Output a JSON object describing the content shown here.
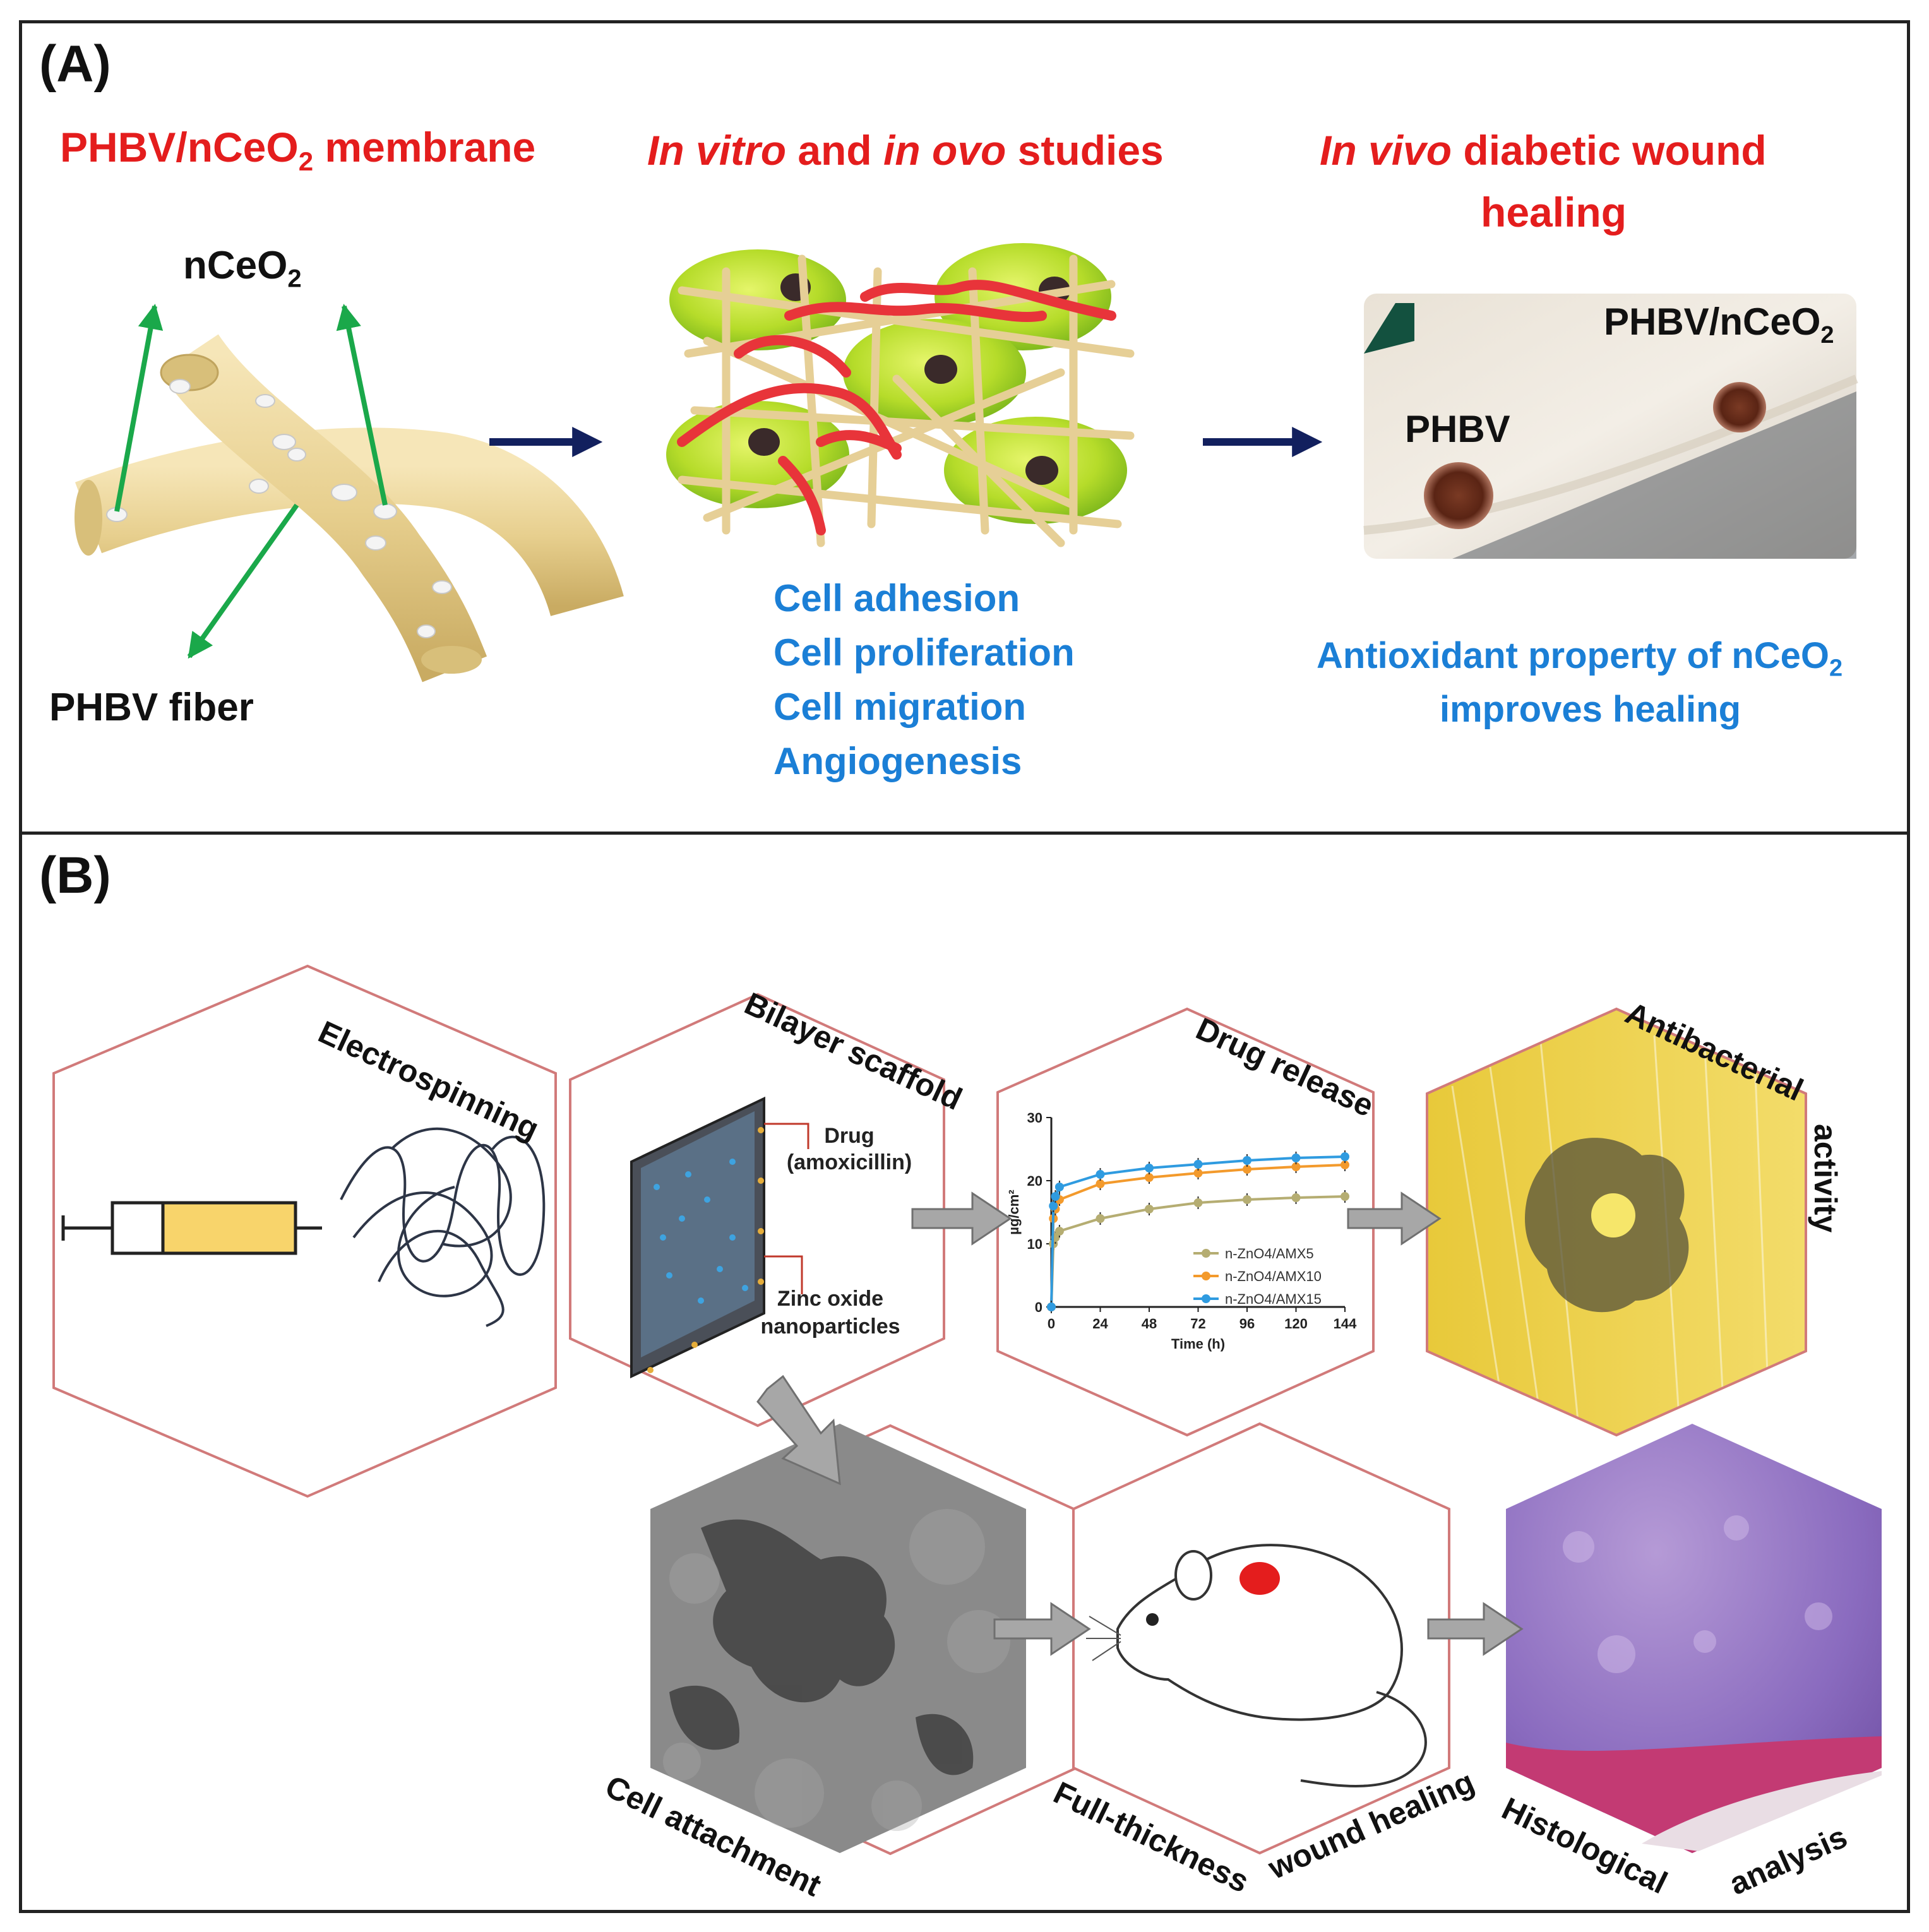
{
  "panel_a": {
    "label": "(A)",
    "col1_title_pre": "PHBV/nCeO",
    "col1_title_sub": "2",
    "col1_title_post": " membrane",
    "col2_title": [
      {
        "t": "In vitro",
        "i": true
      },
      {
        "t": " and ",
        "i": false
      },
      {
        "t": "in ovo",
        "i": true
      },
      {
        "t": " studies",
        "i": false
      }
    ],
    "col3_title_line1": [
      {
        "t": "In vivo",
        "i": true
      },
      {
        "t": " diabetic wound",
        "i": false
      }
    ],
    "col3_title_line2": "healing",
    "nceo2_label": "nCeO",
    "nceo2_sub": "2",
    "fiber_label": "PHBV fiber",
    "cell_list": [
      "Cell adhesion",
      "Cell proliferation",
      "Cell migration",
      "Angiogenesis"
    ],
    "photo_label_phbv": "PHBV",
    "photo_label_composite": "PHBV/nCeO",
    "photo_label_composite_sub": "2",
    "antiox_line1": "Antioxidant property of nCeO",
    "antiox_sub": "2",
    "antiox_line2": "improves healing"
  },
  "panel_b": {
    "label": "(B)",
    "hex_electrospinning": "Electrospinning",
    "hex_bilayer": "Bilayer scaffold",
    "hex_drug_release": "Drug release",
    "hex_antibacterial_1": "Antibacterial",
    "hex_antibacterial_2": "activity",
    "hex_cell_attachment": "Cell attachment",
    "hex_full_thickness": "Full-thickness",
    "hex_wound_healing": "wound healing",
    "hex_histological": "Histological",
    "hex_analysis": "analysis",
    "scaffold_drug_1": "Drug",
    "scaffold_drug_2": "(amoxicillin)",
    "scaffold_zinc_1": "Zinc oxide",
    "scaffold_zinc_2": "nanoparticles"
  },
  "chart_data": {
    "type": "line",
    "xlabel": "Time (h)",
    "ylabel": "µg/cm²",
    "x_ticks": [
      0,
      24,
      48,
      72,
      96,
      120,
      144
    ],
    "y_ticks": [
      0,
      10,
      20,
      30
    ],
    "xlim": [
      0,
      144
    ],
    "ylim": [
      0,
      30
    ],
    "x": [
      0,
      1,
      2,
      4,
      24,
      48,
      72,
      96,
      120,
      144
    ],
    "series": [
      {
        "name": "n-ZnO4/AMX5",
        "color": "#b5ad72",
        "values": [
          0,
          10,
          11,
          12,
          14,
          15.5,
          16.5,
          17,
          17.3,
          17.5
        ]
      },
      {
        "name": "n-ZnO4/AMX10",
        "color": "#f39a2c",
        "values": [
          0,
          14,
          15.5,
          17,
          19.5,
          20.5,
          21.2,
          21.8,
          22.2,
          22.5
        ]
      },
      {
        "name": "n-ZnO4/AMX15",
        "color": "#2f9be0",
        "values": [
          0,
          16,
          17.5,
          19,
          21,
          22,
          22.6,
          23.2,
          23.6,
          23.8
        ]
      }
    ]
  }
}
